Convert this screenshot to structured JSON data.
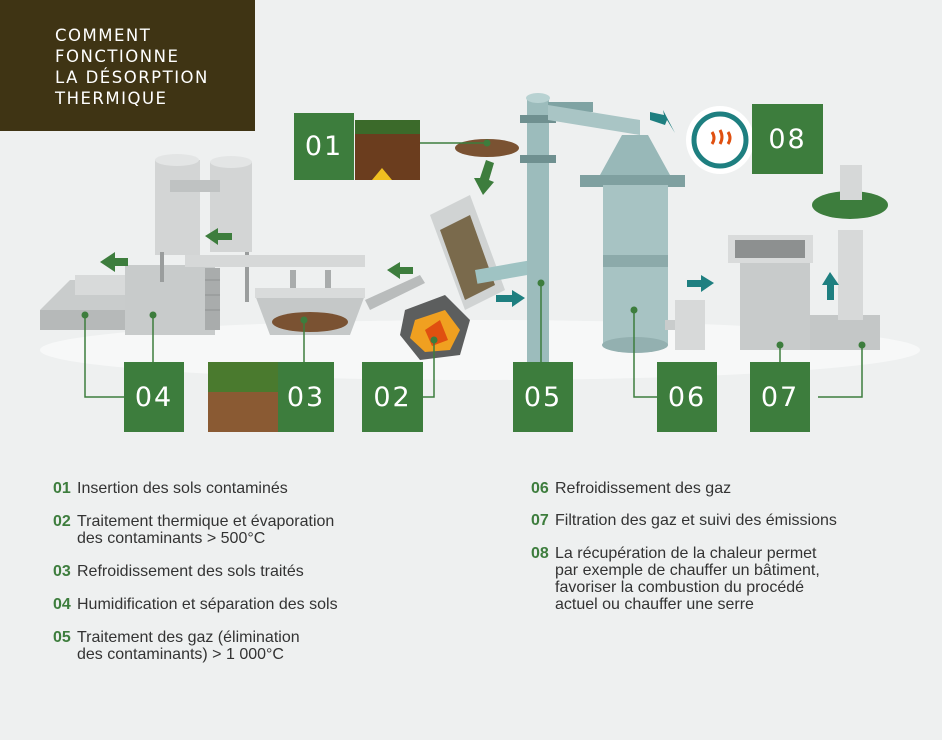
{
  "title": "COMMENT\nFONCTIONNE\nLA DÉSORPTION\nTHERMIQUE",
  "steps": [
    {
      "num": "01",
      "text": "Insertion des sols contaminés"
    },
    {
      "num": "02",
      "text": "Traitement thermique et évaporation\ndes contaminants > 500°C"
    },
    {
      "num": "03",
      "text": "Refroidissement des sols traités"
    },
    {
      "num": "04",
      "text": "Humidification et séparation des sols"
    },
    {
      "num": "05",
      "text": "Traitement des gaz (élimination\ndes contaminants) > 1 000°C"
    },
    {
      "num": "06",
      "text": "Refroidissement des gaz"
    },
    {
      "num": "07",
      "text": "Filtration des gaz et suivi des émissions"
    },
    {
      "num": "08",
      "text": "La récupération de la chaleur permet\npar exemple de chauffer un bâtiment,\nfavoriser la combustion du procédé\nactuel ou chauffer une serre"
    }
  ],
  "colors": {
    "title_bg": "#3f3414",
    "green": "#3d7d3d",
    "teal": "#1e7f80",
    "bg": "#eef0f0"
  }
}
